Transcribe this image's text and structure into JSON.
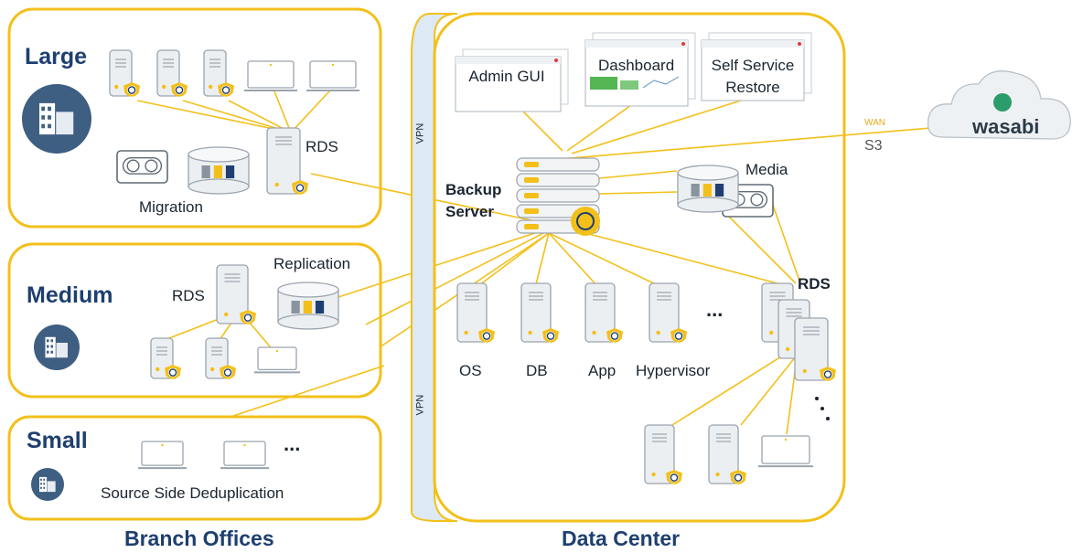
{
  "branch": {
    "large": {
      "title": "Large",
      "rds_label": "RDS",
      "migration_label": "Migration"
    },
    "medium": {
      "title": "Medium",
      "rds_label": "RDS",
      "replication_label": "Replication"
    },
    "small": {
      "title": "Small",
      "dedup_label": "Source Side Deduplication",
      "ellipsis": "..."
    },
    "footer": "Branch Offices"
  },
  "datacenter": {
    "vpn_top": "VPN",
    "vpn_bottom": "VPN",
    "windows": {
      "admin": "Admin GUI",
      "dashboard": "Dashboard",
      "restore": "Self Service Restore"
    },
    "backup_server": "Backup Server",
    "media_label": "Media",
    "rds_label": "RDS",
    "clients": [
      "OS",
      "DB",
      "App",
      "Hypervisor"
    ],
    "ellipsis": "...",
    "footer": "Data Center"
  },
  "cloud": {
    "brand": "wasabi",
    "wan_label": "WAN",
    "s3_label": "S3"
  },
  "colors": {
    "accent": "#f3c01a",
    "navy": "#1e3f70",
    "teal": "#2a9d6b",
    "vpn_fill": "#dde9f4"
  }
}
